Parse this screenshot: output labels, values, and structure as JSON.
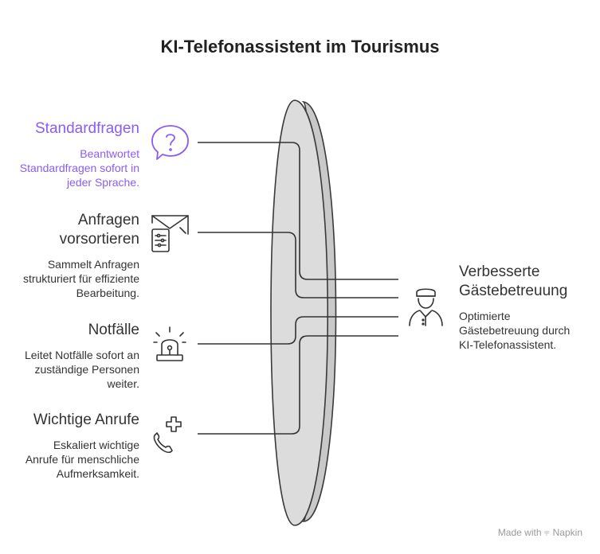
{
  "title": "KI-Telefonassistent im Tourismus",
  "accent_color": "#8b5cf6",
  "items": [
    {
      "heading": "Standardfragen",
      "desc": "Beantwortet Standardfragen sofort in jeder Sprache.",
      "icon": "question-bubble-icon",
      "highlight": true
    },
    {
      "heading": "Anfragen vorsortieren",
      "desc": "Sammelt Anfragen strukturiert für effiziente Bearbeitung.",
      "icon": "envelope-filter-icon",
      "highlight": false
    },
    {
      "heading": "Notfälle",
      "desc": "Leitet Notfälle sofort an zuständige Personen weiter.",
      "icon": "alarm-siren-icon",
      "highlight": false
    },
    {
      "heading": "Wichtige Anrufe",
      "desc": "Eskaliert wichtige Anrufe für menschliche Aufmerksamkeit.",
      "icon": "phone-medical-icon",
      "highlight": false
    }
  ],
  "outcome": {
    "heading": "Verbesserte Gästebetreuung",
    "desc": "Optimierte Gästebetreuung durch KI-Telefonassistent.",
    "icon": "bellhop-icon"
  },
  "footer": {
    "made_with": "Made with",
    "brand": "Napkin"
  }
}
